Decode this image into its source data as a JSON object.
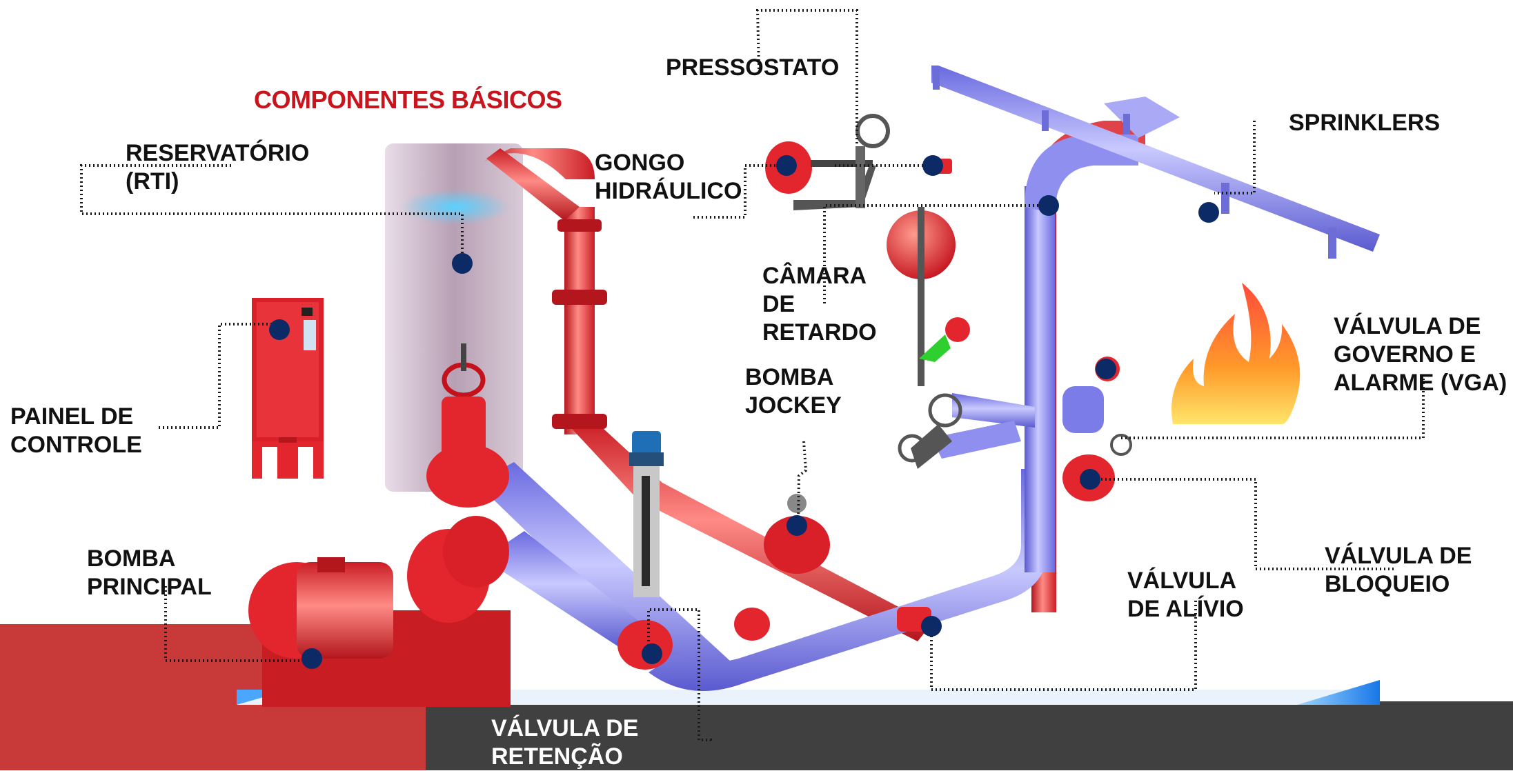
{
  "title": "COMPONENTES BÁSICOS",
  "labels": {
    "pressostato": [
      "PRESSOSTATO"
    ],
    "sprinklers": [
      "SPRINKLERS"
    ],
    "reservatorio": [
      "RESERVATÓRIO",
      "(RTI)"
    ],
    "gongo": [
      "GONGO",
      "HIDRÁULICO"
    ],
    "camara": [
      "CÂMARA",
      "DE",
      "RETARDO"
    ],
    "vga": [
      "VÁLVULA DE",
      "GOVERNO E",
      "ALARME (VGA)"
    ],
    "painel": [
      "PAINEL DE",
      "CONTROLE"
    ],
    "jockey": [
      "BOMBA",
      "JOCKEY"
    ],
    "bloqueio": [
      "VÁLVULA DE",
      "BLOQUEIO"
    ],
    "alivio": [
      "VÁLVULA",
      "DE ALÍVIO"
    ],
    "bomba_principal": [
      "BOMBA",
      "PRINCIPAL"
    ],
    "retencao": [
      "VÁLVULA DE",
      "RETENÇÃO"
    ]
  },
  "colors": {
    "title": "#c8141c",
    "marker": "#0b2a66",
    "pipe_red": "#e8323a",
    "pipe_blue": "#8f8ff0",
    "footer_red": "#c8393a",
    "footer_gray": "#404040"
  }
}
